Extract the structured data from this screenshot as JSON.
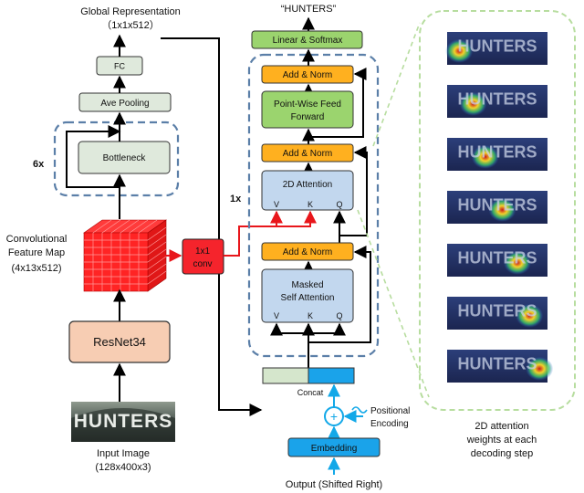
{
  "global_rep": {
    "title": "Global Representation",
    "dims": "（1x1x512）"
  },
  "encoder": {
    "fc": "FC",
    "ave_pooling": "Ave Pooling",
    "bottleneck": "Bottleneck",
    "repeat": "6x",
    "resnet": "ResNet34",
    "feature_map": {
      "line1": "Convolutional",
      "line2": "Feature Map",
      "line3": "(4x13x512)"
    },
    "input": {
      "word": "HUNTERS",
      "label": "Input Image",
      "dims": "(128x400x3)"
    }
  },
  "conv": {
    "line1": "1x1",
    "line2": "conv"
  },
  "decoder": {
    "output_word": "“HUNTERS”",
    "linear_softmax": "Linear & Softmax",
    "add_norm_top": "Add & Norm",
    "ffn_line1": "Point-Wise Feed",
    "ffn_line2": "Forward",
    "add_norm_mid": "Add & Norm",
    "attention_2d": "2D Attention",
    "add_norm_bottom": "Add & Norm",
    "masked_line1": "Masked",
    "masked_line2": "Self Attention",
    "v": "V",
    "k": "K",
    "q": "Q",
    "repeat": "1x",
    "concat": "Concat",
    "plus": "+",
    "positional_line1": "Positional",
    "positional_line2": "Encoding",
    "embedding": "Embedding",
    "output_label": "Output (Shifted Right)"
  },
  "attention_panel": {
    "word": "HUNTERS",
    "caption_line1": "2D attention",
    "caption_line2": "weights at each",
    "caption_line3": "decoding step",
    "steps": [
      0.12,
      0.26,
      0.38,
      0.55,
      0.7,
      0.82,
      0.92
    ]
  }
}
